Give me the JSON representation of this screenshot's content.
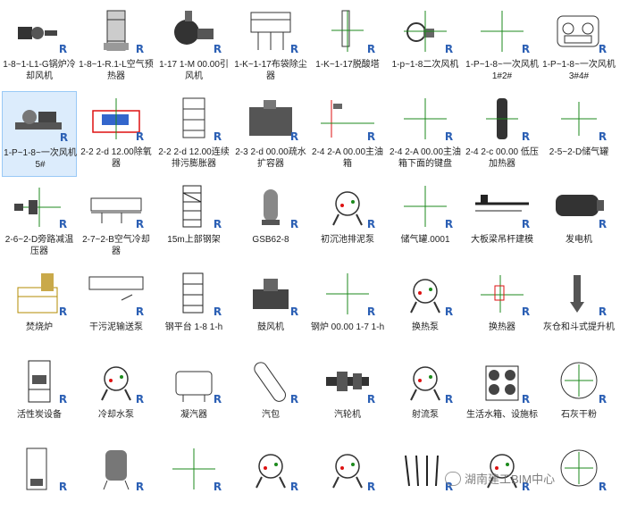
{
  "window": {
    "view": "family-browser-grid"
  },
  "badge": "R",
  "watermark": "湖南建工BIM中心",
  "tiles": [
    {
      "label": "1-8~1-L1-G锅炉冷却风机",
      "icon": "fan-motor-icon"
    },
    {
      "label": "1-8~1-R.1-L空气预热器",
      "icon": "air-preheater-icon"
    },
    {
      "label": "1-17 1-M 00.00引风机",
      "icon": "induced-fan-icon"
    },
    {
      "label": "1-K~1-17布袋除尘器",
      "icon": "bag-filter-icon"
    },
    {
      "label": "1-K~1-17脱酸塔",
      "icon": "tower-icon"
    },
    {
      "label": "1-p~1-8二次风机",
      "icon": "blower-icon"
    },
    {
      "label": "1-P~1-8~一次风机1#2#",
      "icon": "crosshair-icon"
    },
    {
      "label": "1-P~1-8~一次风机3#4#",
      "icon": "engine-icon"
    },
    {
      "label": "1-P~1-8~一次风机5#",
      "icon": "fan-skid-icon"
    },
    {
      "label": "2-2 2-d 12.00除氧器",
      "icon": "deaerator-icon"
    },
    {
      "label": "2-2 2-d 12.00连续排污膨胀器",
      "icon": "scaffold-tower-icon"
    },
    {
      "label": "2-3 2-d 00.00疏水扩容器",
      "icon": "tank-box-icon"
    },
    {
      "label": "2-4 2-A 00.00主油箱",
      "icon": "oil-tank-icon"
    },
    {
      "label": "2-4 2-A 00.00主油箱下面的键盘",
      "icon": "crosshair-icon"
    },
    {
      "label": "2-4 2-c 00.00 低压加热器",
      "icon": "heater-column-icon"
    },
    {
      "label": "2-5~2-D储气罐",
      "icon": "crosshair-small-icon"
    },
    {
      "label": "2-6~2-D旁路减温压器",
      "icon": "valve-station-icon"
    },
    {
      "label": "2-7~2-B空气冷却器",
      "icon": "cooler-icon"
    },
    {
      "label": "15m上部钢架",
      "icon": "steel-frame-icon"
    },
    {
      "label": "GSB62-8",
      "icon": "vessel-icon"
    },
    {
      "label": "初沉池排泥泵",
      "icon": "pump-icon"
    },
    {
      "label": "储气罐.0001",
      "icon": "crosshair-icon"
    },
    {
      "label": "大板梁吊杆建模",
      "icon": "beam-icon"
    },
    {
      "label": "发电机",
      "icon": "generator-icon"
    },
    {
      "label": "焚烧炉",
      "icon": "incinerator-icon"
    },
    {
      "label": "干污泥输送泵",
      "icon": "conveyor-icon"
    },
    {
      "label": "钢平台 1-8 1-h",
      "icon": "platform-icon"
    },
    {
      "label": "鼓风机",
      "icon": "blower-block-icon"
    },
    {
      "label": "钢炉 00.00 1-7 1-h",
      "icon": "crosshair-icon"
    },
    {
      "label": "换热泵",
      "icon": "pump-icon"
    },
    {
      "label": "换热器",
      "icon": "exchanger-icon"
    },
    {
      "label": "灰仓和斗式提升机",
      "icon": "silo-icon"
    },
    {
      "label": "活性炭设备",
      "icon": "carbon-unit-icon"
    },
    {
      "label": "冷却水泵",
      "icon": "pump-icon"
    },
    {
      "label": "凝汽器",
      "icon": "condenser-icon"
    },
    {
      "label": "汽包",
      "icon": "drum-icon"
    },
    {
      "label": "汽轮机",
      "icon": "turbine-icon"
    },
    {
      "label": "射流泵",
      "icon": "pump-icon"
    },
    {
      "label": "生活水箱、设施标",
      "icon": "water-tank-icon"
    },
    {
      "label": "石灰干粉",
      "icon": "lime-silo-icon"
    },
    {
      "label": "",
      "icon": "tall-unit-icon"
    },
    {
      "label": "",
      "icon": "pressure-tank-icon"
    },
    {
      "label": "",
      "icon": "crosshair-icon"
    },
    {
      "label": "",
      "icon": "pump-icon"
    },
    {
      "label": "",
      "icon": "pump-icon"
    },
    {
      "label": "",
      "icon": "valves-icon"
    },
    {
      "label": "",
      "icon": "pump-icon"
    },
    {
      "label": "",
      "icon": "lime-silo-icon"
    }
  ],
  "selected_index": 8
}
